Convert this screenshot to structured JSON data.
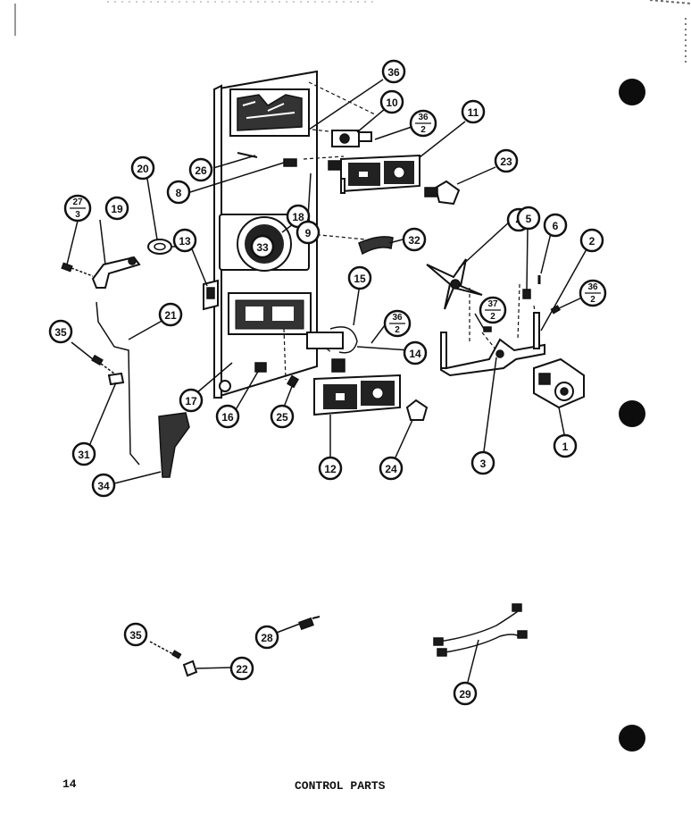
{
  "page": {
    "number": "14",
    "caption": "CONTROL PARTS"
  },
  "callouts": {
    "c1": "1",
    "c2": "2",
    "c3": "3",
    "c4": "4",
    "c5": "5",
    "c6": "6",
    "c8": "8",
    "c9": "9",
    "c10": "10",
    "c11": "11",
    "c12": "12",
    "c13": "13",
    "c14": "14",
    "c15": "15",
    "c16": "16",
    "c17": "17",
    "c18": "18",
    "c19": "19",
    "c20": "20",
    "c21": "21",
    "c22": "22",
    "c23": "23",
    "c24": "24",
    "c25": "25",
    "c26": "26",
    "c28": "28",
    "c29": "29",
    "c31": "31",
    "c32": "32",
    "c33": "33",
    "c34": "34",
    "c35a": "35",
    "c35b": "35",
    "c36": "36"
  },
  "fractions": {
    "f27_3": {
      "num": "27",
      "den": "3"
    },
    "f36_2a": {
      "num": "36",
      "den": "2"
    },
    "f36_2b": {
      "num": "36",
      "den": "2"
    },
    "f36_2c": {
      "num": "36",
      "den": "2"
    },
    "f37_2": {
      "num": "37",
      "den": "2"
    }
  }
}
